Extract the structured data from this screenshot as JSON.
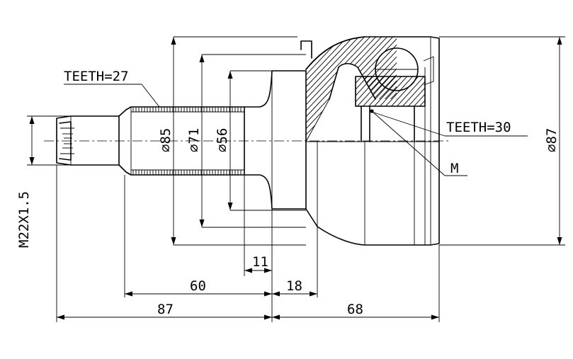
{
  "labels": {
    "teeth_spline": "TEETH=27",
    "teeth_ring": "TEETH=30",
    "marker": "M",
    "thread": "M22X1.5",
    "dia_85": "⌀85",
    "dia_71": "⌀71",
    "dia_56": "⌀56",
    "dia_87": "⌀87",
    "len_11": "11",
    "len_60": "60",
    "len_18": "18",
    "len_87": "87",
    "len_68": "68"
  }
}
